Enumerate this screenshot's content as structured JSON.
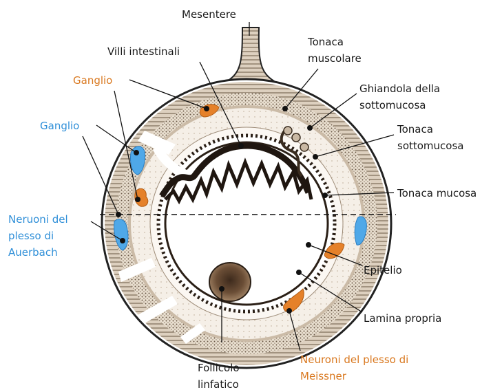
{
  "labels": {
    "mesentere": "Mesentere",
    "villi": "Villi intestinali",
    "tonaca_muscolare_1": "Tonaca",
    "tonaca_muscolare_2": "muscolare",
    "ghiandola_1": "Ghiandola della",
    "ghiandola_2": "sottomucosa",
    "sottomucosa_1": "Tonaca",
    "sottomucosa_2": "sottomucosa",
    "mucosa": "Tonaca mucosa",
    "epitelio": "Epitelio",
    "lamina": "Lamina propria",
    "meissner_1": "Neuroni del plesso di",
    "meissner_2": "Meissner",
    "follicolo_1": "Follicolo",
    "follicolo_2": "linfatico",
    "ganglio_orange": "Ganglio",
    "ganglio_blue": "Ganglio",
    "auerbach_1": "Neruoni del",
    "auerbach_2": "plesso di",
    "auerbach_3": "Auerbach"
  },
  "colors": {
    "orange": "#d9781f",
    "blue": "#2f8fd8",
    "tissue_dark": "#7a6a5a",
    "tissue_light": "#efe6da"
  }
}
